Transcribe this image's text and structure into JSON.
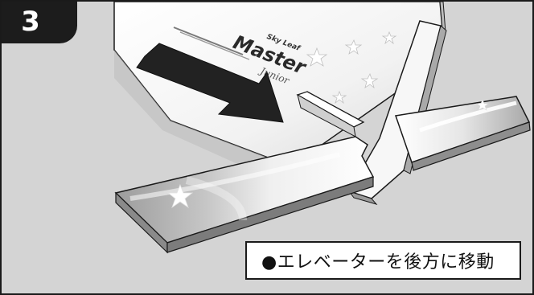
{
  "step": {
    "number": "3"
  },
  "wing_text": {
    "brand_small": "Sky Leaf",
    "brand_main": "Master",
    "brand_script": "Junior"
  },
  "caption": {
    "text": "●エレベーターを後方に移動"
  },
  "colors": {
    "background": "#d4d4d4",
    "badge": "#1c1c1c",
    "outline": "#1a1a1a",
    "panel": "#ffffff",
    "arrow": "#222222"
  },
  "icons": [
    "star-icon",
    "arrow-right-icon"
  ]
}
